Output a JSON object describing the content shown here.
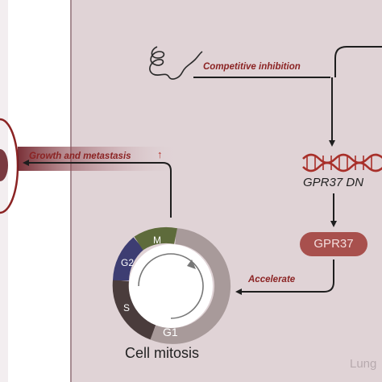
{
  "labels": {
    "competitive": "Competitive inhibition",
    "growth": "Growth and metastasis",
    "arrow_up": "↑",
    "dna": "GPR37 DN",
    "gpr37": "GPR37",
    "accelerate": "Accelerate",
    "cell_mitosis": "Cell mitosis",
    "lung": "Lung"
  },
  "phases": {
    "m": "M",
    "g2": "G2",
    "s": "S",
    "g1": "G1"
  },
  "colors": {
    "panel": "#e0d3d6",
    "panel_border": "#a78c92",
    "label_red": "#8b2323",
    "dna_red": "#a8302a",
    "gpr37_pill": "#a8504d",
    "phase_m": "#5e6b3b",
    "phase_g2": "#3d3d72",
    "phase_s": "#4a3c3c",
    "phase_g1": "#a89a9a"
  }
}
